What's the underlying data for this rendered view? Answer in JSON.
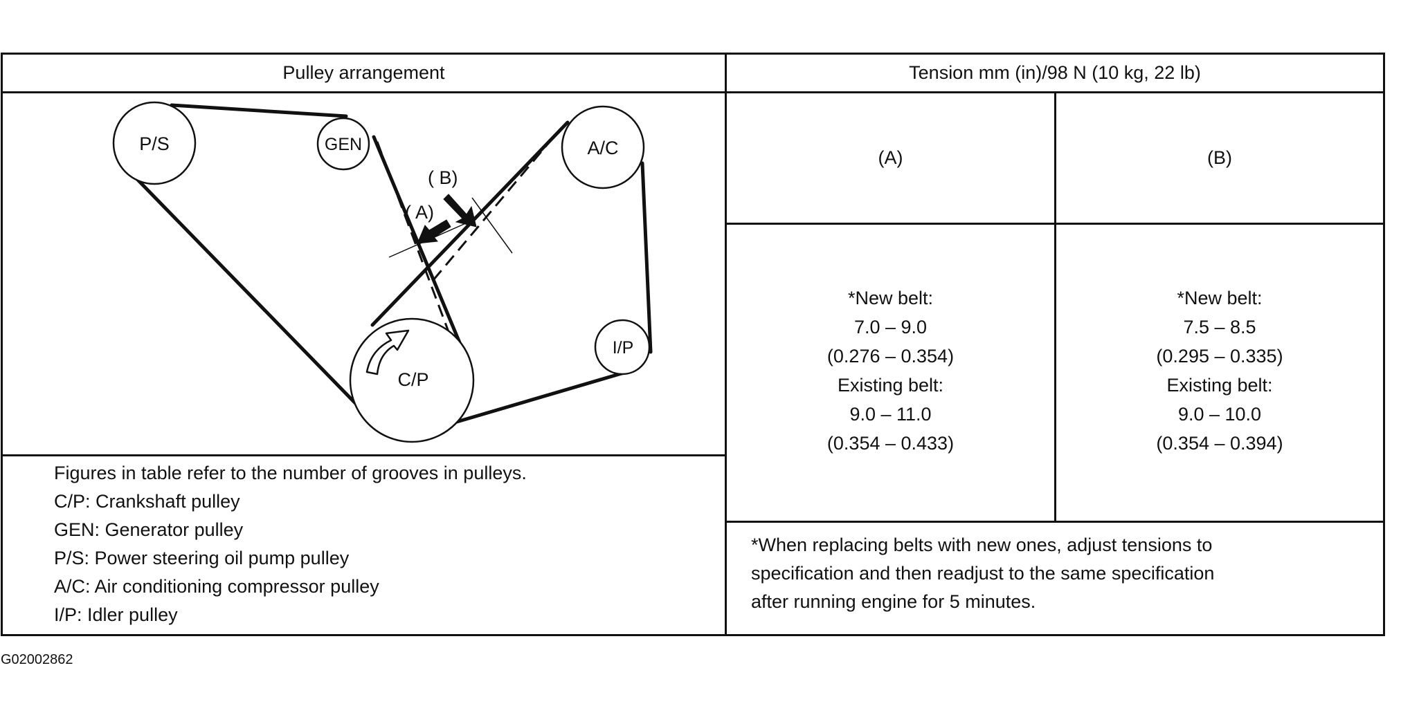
{
  "table": {
    "left_header": "Pulley arrangement",
    "right_header": "Tension mm (in)/98 N (10 kg, 22 lb)",
    "col_a": "(A)",
    "col_b": "(B)"
  },
  "diagram": {
    "pulleys": {
      "ps": "P/S",
      "gen": "GEN",
      "ac": "A/C",
      "ip": "I/P",
      "cp": "C/P"
    },
    "markers": {
      "a": "( A)",
      "b": "( B)"
    }
  },
  "spec_a": [
    "*New belt:",
    "7.0 – 9.0",
    "(0.276 – 0.354)",
    "Existing belt:",
    "9.0 – 11.0",
    "(0.354 – 0.433)"
  ],
  "spec_b": [
    "*New belt:",
    "7.5 – 8.5",
    "(0.295 – 0.335)",
    "Existing belt:",
    "9.0 – 10.0",
    "(0.354 – 0.394)"
  ],
  "legend": [
    "Figures in table refer to the number of grooves in pulleys.",
    "C/P: Crankshaft pulley",
    "GEN: Generator pulley",
    "P/S: Power steering oil pump pulley",
    "A/C: Air conditioning compressor pulley",
    "I/P: Idler pulley"
  ],
  "note": [
    "*When replacing belts with new ones, adjust tensions to",
    "specification and then readjust to the same specification",
    "after running engine for 5 minutes."
  ],
  "figure_id": "G02002862"
}
